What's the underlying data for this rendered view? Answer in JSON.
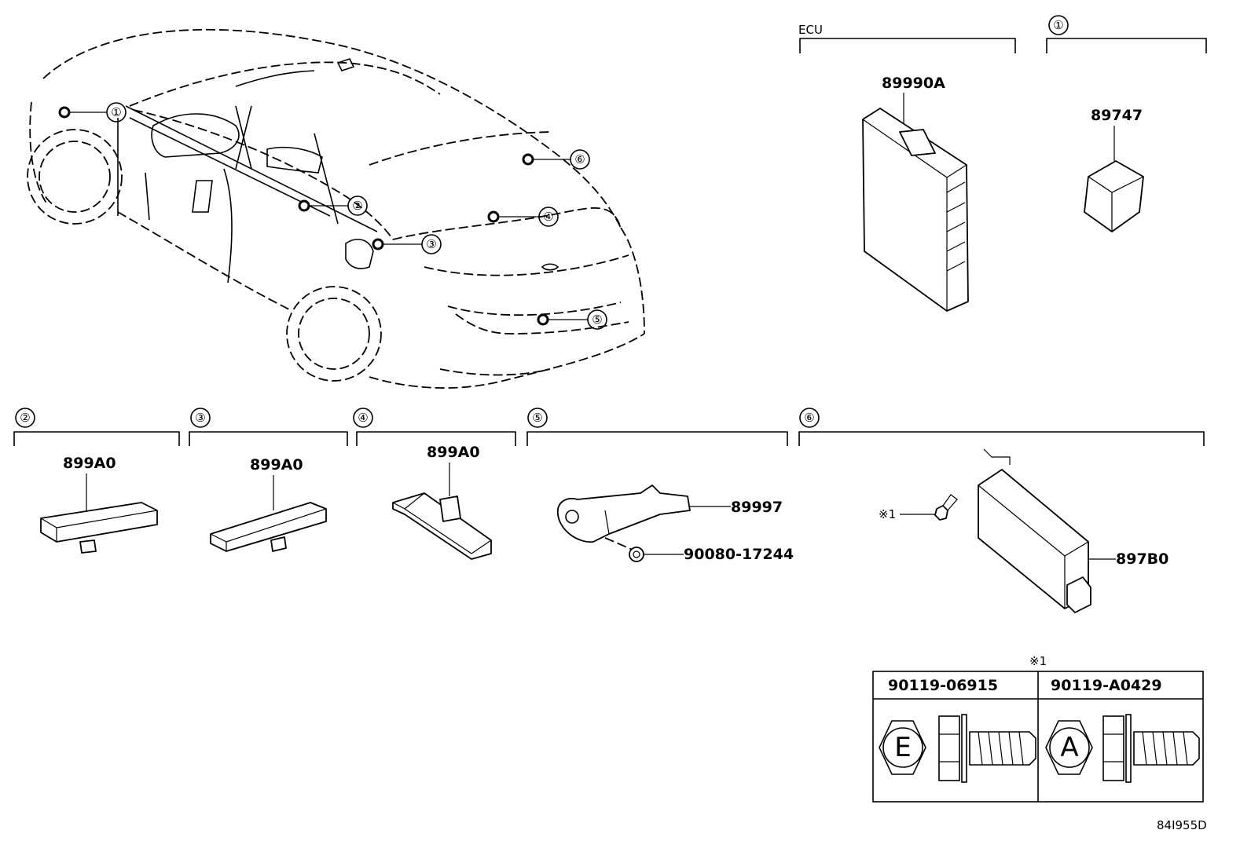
{
  "diagram_code": "84I955D",
  "ecu_label": "ECU",
  "note_marker": "※1",
  "callouts": [
    "①",
    "②",
    "③",
    "④",
    "⑤",
    "⑥"
  ],
  "parts": {
    "ecu": "89990A",
    "p1": "89747",
    "p2": "899A0",
    "p3": "899A0",
    "p4": "899A0",
    "p5_main": "89997",
    "p5_nut": "90080-17244",
    "p6": "897B0"
  },
  "bolt_table": {
    "header_marker": "※1",
    "columns": [
      {
        "part": "90119-06915",
        "stamp": "E"
      },
      {
        "part": "90119-A0429",
        "stamp": "A"
      }
    ]
  }
}
